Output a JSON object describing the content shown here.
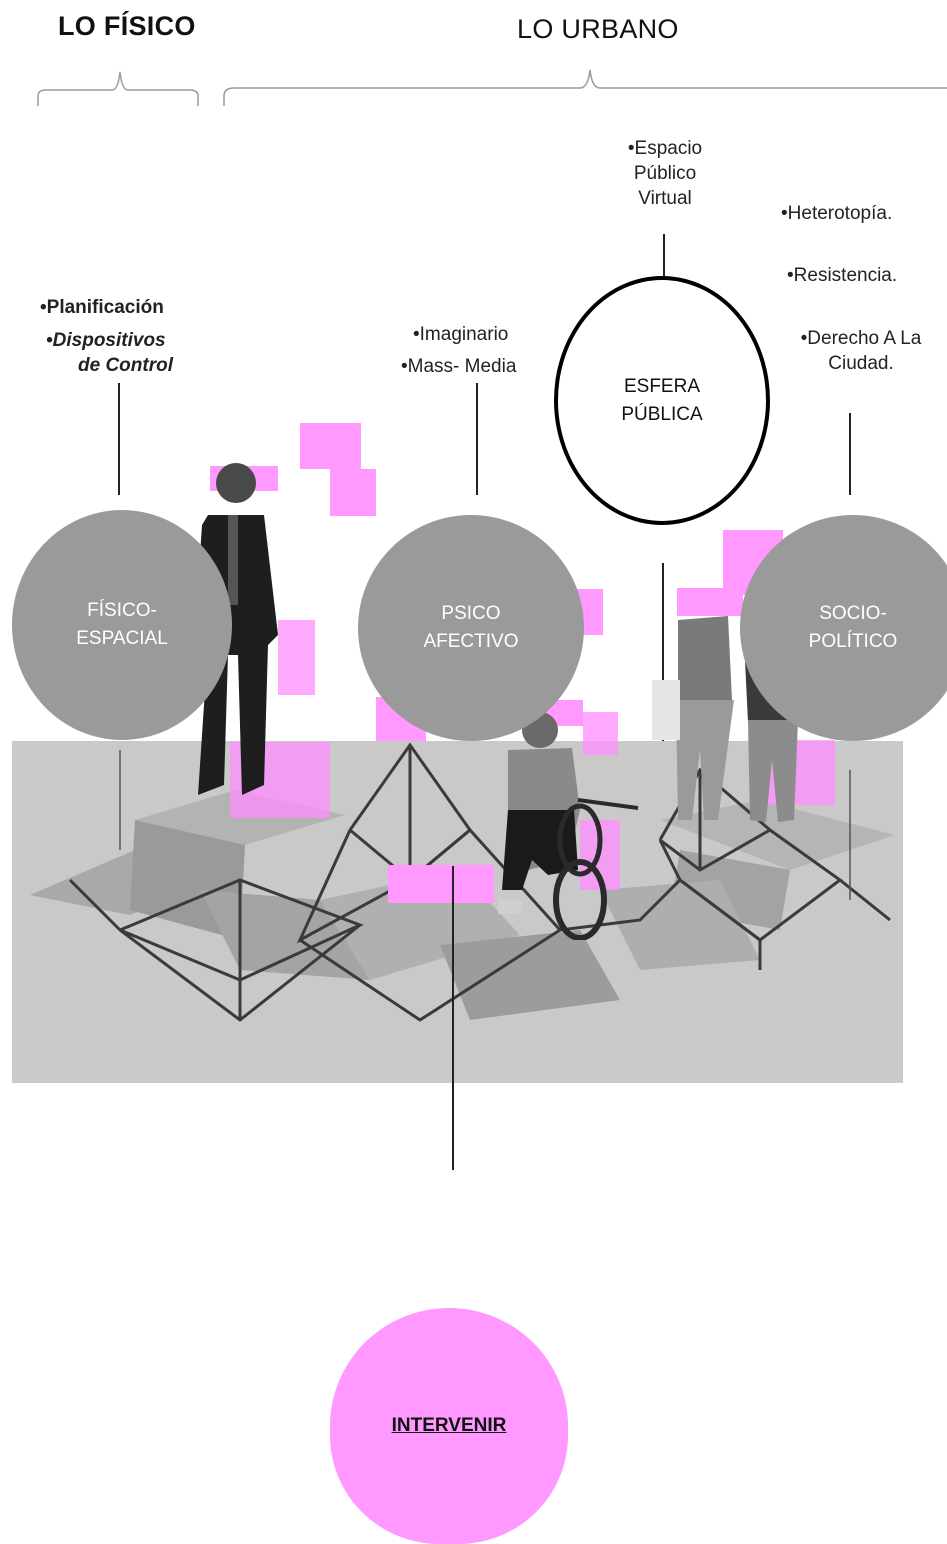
{
  "headings": {
    "fisico": "LO FÍSICO",
    "urbano": "LO URBANO"
  },
  "labels": {
    "espacio": [
      "•Espacio",
      "Público",
      "Virtual"
    ],
    "hetero": "•Heterotopía.",
    "resistencia": "•Resistencia.",
    "derecho": [
      "•Derecho A La",
      "Ciudad."
    ],
    "planificacion": "•Planificación",
    "dispositivos": [
      "•Dispositivos",
      "de Control"
    ],
    "imaginario": "•Imaginario",
    "massmedia": "•Mass- Media"
  },
  "circles": {
    "esfera": [
      "ESFERA",
      "PÚBLICA"
    ],
    "fisico": [
      "FÍSICO-",
      "ESPACIAL"
    ],
    "psico": [
      "PSICO",
      "AFECTIVO"
    ],
    "socio": [
      "SOCIO-",
      "POLÍTICO"
    ],
    "intervenir": "INTERVENIR"
  },
  "colors": {
    "pink": "#ff99ff",
    "grey_circle": "#9a9a9a",
    "ground": "#c9c9c9"
  }
}
